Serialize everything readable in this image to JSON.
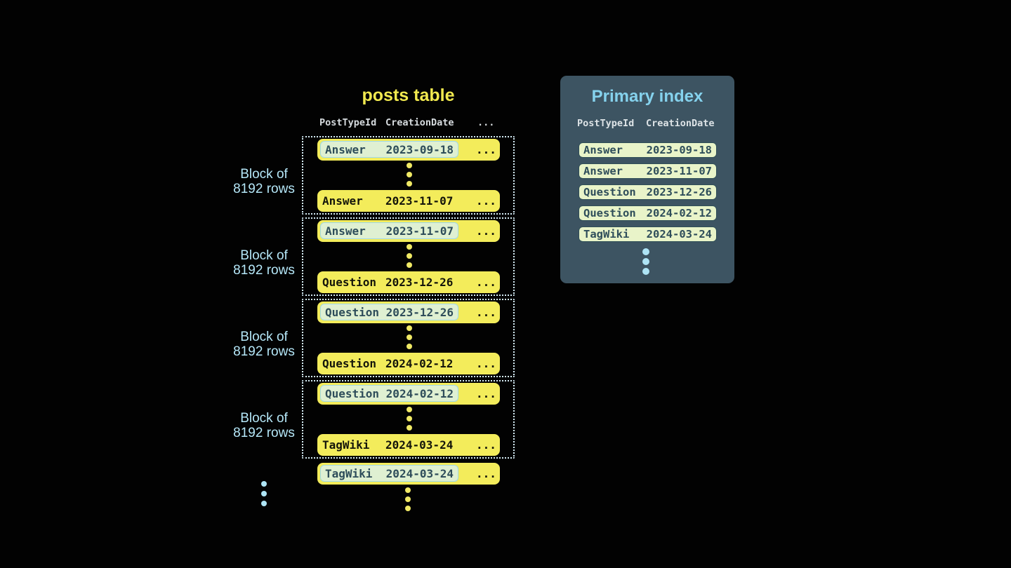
{
  "posts_table": {
    "title": "posts table",
    "header": {
      "col1": "PostTypeId",
      "col2": "CreationDate",
      "ellipsis": "..."
    },
    "block_label": {
      "line1": "Block of",
      "line2": "8192 rows"
    },
    "row_ellipsis": "...",
    "blocks": [
      {
        "first_row": {
          "post_type": "Answer",
          "creation_date": "2023-09-18"
        },
        "last_row": {
          "post_type": "Answer",
          "creation_date": "2023-11-07"
        }
      },
      {
        "first_row": {
          "post_type": "Answer",
          "creation_date": "2023-11-07"
        },
        "last_row": {
          "post_type": "Question",
          "creation_date": "2023-12-26"
        }
      },
      {
        "first_row": {
          "post_type": "Question",
          "creation_date": "2023-12-26"
        },
        "last_row": {
          "post_type": "Question",
          "creation_date": "2024-02-12"
        }
      },
      {
        "first_row": {
          "post_type": "Question",
          "creation_date": "2024-02-12"
        },
        "last_row": {
          "post_type": "TagWiki",
          "creation_date": "2024-03-24"
        }
      }
    ],
    "overflow_row": {
      "post_type": "TagWiki",
      "creation_date": "2024-03-24"
    }
  },
  "primary_index": {
    "title": "Primary index",
    "header": {
      "col1": "PostTypeId",
      "col2": "CreationDate"
    },
    "rows": [
      {
        "post_type": "Answer",
        "creation_date": "2023-09-18"
      },
      {
        "post_type": "Answer",
        "creation_date": "2023-11-07"
      },
      {
        "post_type": "Question",
        "creation_date": "2023-12-26"
      },
      {
        "post_type": "Question",
        "creation_date": "2024-02-12"
      },
      {
        "post_type": "TagWiki",
        "creation_date": "2024-03-24"
      }
    ]
  },
  "colors": {
    "background": "#020202",
    "row_yellow": "#f3ec5b",
    "title_yellow": "#f1e94f",
    "block_label_blue": "#b5e7f8",
    "dotted_border": "#d6edf6",
    "highlight_pill_bg": "#dff0d2",
    "highlight_pill_border": "#9fd8e9",
    "panel_bg": "#3d5462",
    "panel_title_blue": "#85d2ed",
    "index_pill_bg": "#e9f4c9",
    "dark_slate_text": "#2e4d5a",
    "blue_dot": "#aee4f5",
    "yellow_dot": "#f0e965"
  }
}
